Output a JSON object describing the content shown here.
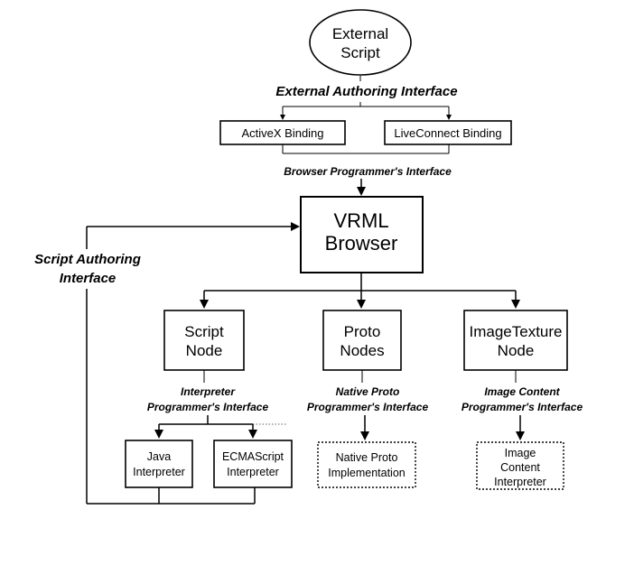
{
  "nodes": {
    "external_script": [
      "External",
      "Script"
    ],
    "activex": "ActiveX Binding",
    "liveconnect": "LiveConnect Binding",
    "vrml_browser": [
      "VRML",
      "Browser"
    ],
    "script_node": [
      "Script",
      "Node"
    ],
    "proto_nodes": [
      "Proto",
      "Nodes"
    ],
    "imagetexture_node": [
      "ImageTexture",
      "Node"
    ],
    "java_interpreter": [
      "Java",
      "Interpreter"
    ],
    "ecmascript_interpreter": [
      "ECMAScript",
      "Interpreter"
    ],
    "native_proto_impl": [
      "Native Proto",
      "Implementation"
    ],
    "image_content_interp": [
      "Image",
      "Content",
      "Interpreter"
    ]
  },
  "interfaces": {
    "external_authoring": "External Authoring Interface",
    "browser_programmer": "Browser Programmer's Interface",
    "script_authoring": [
      "Script Authoring",
      "Interface"
    ],
    "interpreter_programmer": [
      "Interpreter",
      "Programmer's Interface"
    ],
    "native_proto_programmer": [
      "Native Proto",
      "Programmer's Interface"
    ],
    "image_content_programmer": [
      "Image Content",
      "Programmer's Interface"
    ]
  }
}
